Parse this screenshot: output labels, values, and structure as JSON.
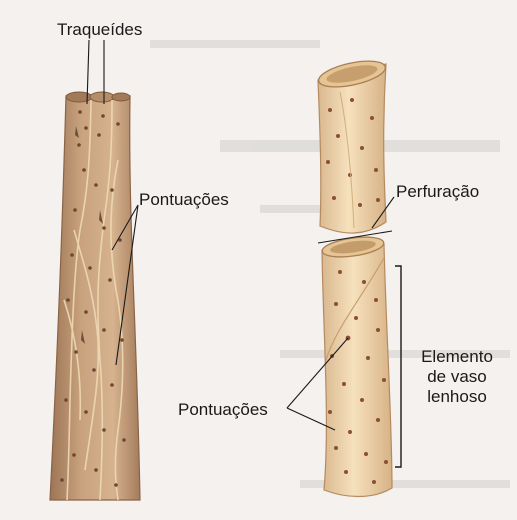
{
  "labels": {
    "traqueides": "Traqueídes",
    "pontuacoes_left": "Pontuações",
    "perfuracao": "Perfuração",
    "elemento_line1": "Elemento",
    "elemento_line2": "de vaso",
    "elemento_line3": "lenhoso",
    "pontuacoes_bottom": "Pontuações"
  },
  "colors": {
    "background": "#f4f1ee",
    "tracheid_fill": "#c9a27e",
    "vessel_fill": "#f0d7ad",
    "pit": "#7a4a32",
    "label_text": "#1a1a1a"
  }
}
